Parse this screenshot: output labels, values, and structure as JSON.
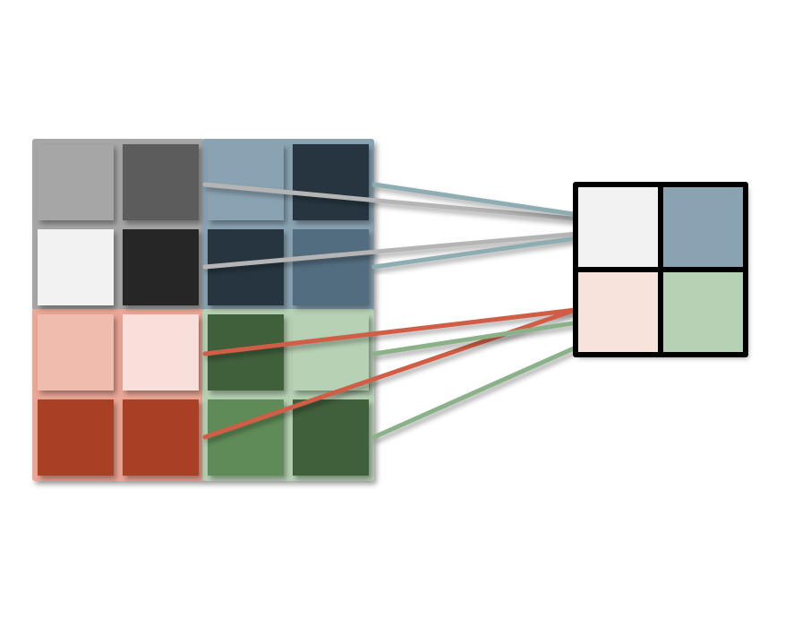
{
  "diagram": {
    "type": "pooling-illustration",
    "input_grid": {
      "rows": 4,
      "cols": 4,
      "quadrant_colors": {
        "top-left": "#a6a6a6",
        "top-right": "#8aa3b3",
        "bottom-left": "#eba797",
        "bottom-right": "#b6d1b4"
      },
      "cells": [
        [
          "#a6a6a6",
          "#5b5b5b",
          "#8aa3b3",
          "#263640"
        ],
        [
          "#f2f2f2",
          "#262626",
          "#263640",
          "#526d80"
        ],
        [
          "#efbcae",
          "#f8dfd9",
          "#3f5e3a",
          "#b6d1b4"
        ],
        [
          "#a93f26",
          "#a93f26",
          "#5e8b58",
          "#3f5e3a"
        ]
      ]
    },
    "output_grid": {
      "rows": 2,
      "cols": 2,
      "cells": [
        [
          "#f2f2f2",
          "#8aa3b3"
        ],
        [
          "#f8e2dc",
          "#b6d1b4"
        ]
      ],
      "border_color": "#000000"
    },
    "connector_colors": {
      "gray": "#b5b5b5",
      "blue": "#8eadb2",
      "red": "#d05d45",
      "green": "#8ab188"
    }
  }
}
